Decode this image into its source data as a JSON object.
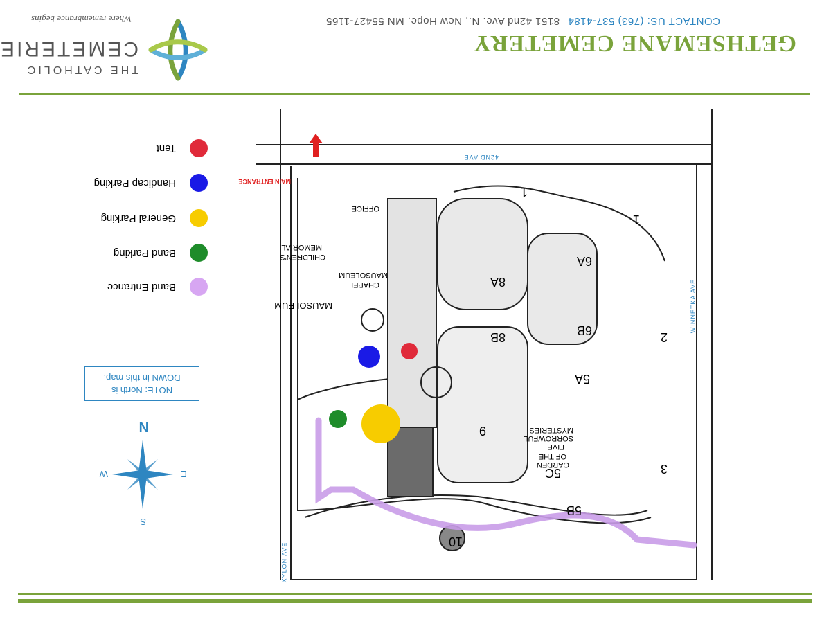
{
  "header": {
    "title": "GETHSEMANE CEMETERY",
    "address": "8151 42nd Ave. N., New Hope, MN 55427-1165",
    "contact": "CONTACT US: (763) 537-4184",
    "brand_line1": "THE CATHOLIC",
    "brand_line2": "CEMETERIES",
    "tagline": "Where remembrance begins",
    "title_color": "#7aa33b"
  },
  "legend": {
    "items": [
      {
        "label": "Band Entrance",
        "color": "#d7a6f2"
      },
      {
        "label": "Band Parking",
        "color": "#1e8c2a"
      },
      {
        "label": "General Parking",
        "color": "#f7cc00"
      },
      {
        "label": "Handicap Parking",
        "color": "#1a1ae6"
      },
      {
        "label": "Tent",
        "color": "#e02a3a"
      }
    ]
  },
  "note": {
    "line1": "NOTE: North is",
    "line2": "DOWN in this map."
  },
  "compass": {
    "n": "N",
    "s": "S",
    "e": "E",
    "w": "W",
    "color": "#2e86c1"
  },
  "map": {
    "streets": {
      "xylon": "XYLON AVE",
      "forty_second": "42ND AVE",
      "winnetka": "WINNETKA AVE"
    },
    "main_entrance": "MAIN ENTRANCE",
    "labels": {
      "office": "OFFICE",
      "chapel1": "CHAPEL",
      "chapel2": "MAUSOLEUM",
      "childrens1": "CHILDREN'S",
      "childrens2": "MEMORIAL",
      "mausoleum": "MAUSOLEUM",
      "garden1": "GARDEN",
      "garden2": "OF THE",
      "garden3": "FIVE",
      "garden4": "SORROWFUL",
      "garden5": "MYSTERIES"
    },
    "sections": [
      "1",
      "1",
      "2",
      "3",
      "5A",
      "5B",
      "5C",
      "6A",
      "6B",
      "8A",
      "8B",
      "9",
      "10"
    ],
    "band_route_color": "#c99ce8",
    "arrow_color": "#e02020",
    "markers": {
      "tent_color": "#e02a3a",
      "handicap_color": "#1a1ae6",
      "general_color": "#f7cc00",
      "band_parking_color": "#1e8c2a"
    }
  },
  "rule_color": "#7aa33b"
}
